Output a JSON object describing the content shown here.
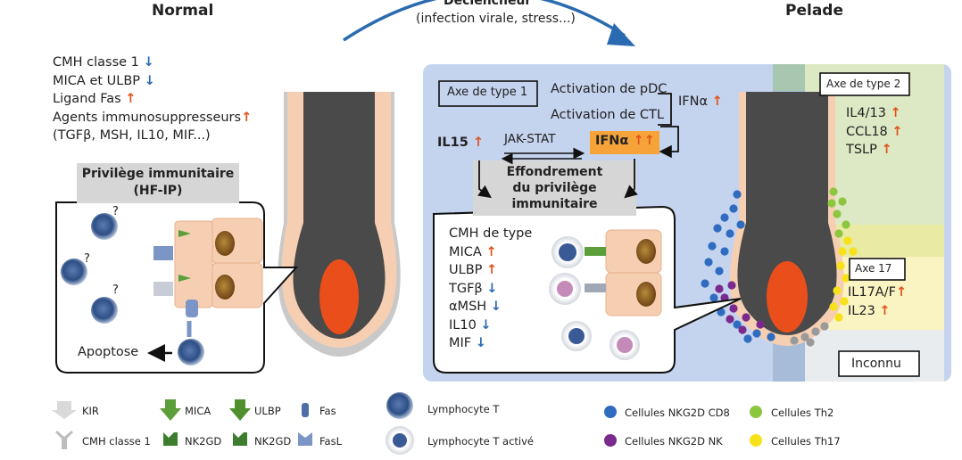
{
  "titles": {
    "normal": "Normal",
    "pelade": "Pelade",
    "trigger": "Déclencheur",
    "trigger_sub": "(infection virale, stress...)"
  },
  "normal_list": [
    {
      "text": "CMH classe 1",
      "arrow": "↓",
      "dir": "down"
    },
    {
      "text": "MICA et ULBP",
      "arrow": "↓",
      "dir": "down"
    },
    {
      "text": "Ligand Fas",
      "arrow": "↑",
      "dir": "up"
    },
    {
      "text": "Agents immunosuppresseurs",
      "arrow": "↑",
      "dir": "up"
    },
    {
      "text": "(TGFβ, MSH, IL10, MIF...)",
      "arrow": "",
      "dir": ""
    }
  ],
  "privilege": {
    "line1": "Privilège immunitaire",
    "line2": "(HF-IP)"
  },
  "normal_inset": {
    "question": "?",
    "apoptose": "Apoptose"
  },
  "axis1": {
    "label": "Axe de type 1",
    "pdc": "Activation de pDC",
    "ctl": "Activation de CTL",
    "ifna_side": "IFNα",
    "il15": "IL15",
    "jakstat": "JAK-STAT",
    "ifna_box": "IFNα",
    "collapse": [
      "Effondrement",
      "du privilège",
      "immunitaire"
    ]
  },
  "pelade_list": [
    {
      "text": "CMH de type",
      "arrow": "",
      "dir": ""
    },
    {
      "text": "MICA",
      "arrow": "↑",
      "dir": "up"
    },
    {
      "text": "ULBP",
      "arrow": "↑",
      "dir": "up"
    },
    {
      "text": "TGFβ",
      "arrow": "↓",
      "dir": "down"
    },
    {
      "text": "αMSH",
      "arrow": "↓",
      "dir": "down"
    },
    {
      "text": "IL10",
      "arrow": "↓",
      "dir": "down"
    },
    {
      "text": "MIF",
      "arrow": "↓",
      "dir": "down"
    }
  ],
  "axis2": {
    "label": "Axe de type 2",
    "items": [
      {
        "text": "IL4/13",
        "arrow": "↑"
      },
      {
        "text": "CCL18",
        "arrow": "↑"
      },
      {
        "text": "TSLP",
        "arrow": "↑"
      }
    ]
  },
  "axis17": {
    "label": "Axe 17",
    "items": [
      {
        "text": "IL17A/F",
        "arrow": "↑"
      },
      {
        "text": "IL23",
        "arrow": "↑"
      }
    ]
  },
  "unknown": "Inconnu",
  "legend": {
    "kir": "KIR",
    "cmh": "CMH classe 1",
    "mica": "MICA",
    "nk2gd_1": "NK2GD",
    "ulbp": "ULBP",
    "nk2gd_2": "NK2GD",
    "fas": "Fas",
    "fasl": "FasL",
    "lympho": "Lymphocyte T",
    "lympho_act": "Lymphocyte T activé",
    "cd8": "Cellules NKG2D CD8",
    "nk": "Cellules NKG2D NK",
    "th2": "Cellules Th2",
    "th17": "Cellules Th17"
  },
  "colors": {
    "up": "#e0531a",
    "down": "#2a6ab0",
    "panel_blue": "#c4d3ee",
    "green_zone": "#dde9c4",
    "yellow_zone": "#faf3c2",
    "follicle_dark": "#4a4a4a",
    "bulb_red": "#e94e1b",
    "ifna_box": "#f6a43a",
    "cd8_dot": "#2f6cc0",
    "nk_dot": "#7a2a8c",
    "th2_dot": "#8cc63f",
    "th17_dot": "#f7e21a"
  }
}
